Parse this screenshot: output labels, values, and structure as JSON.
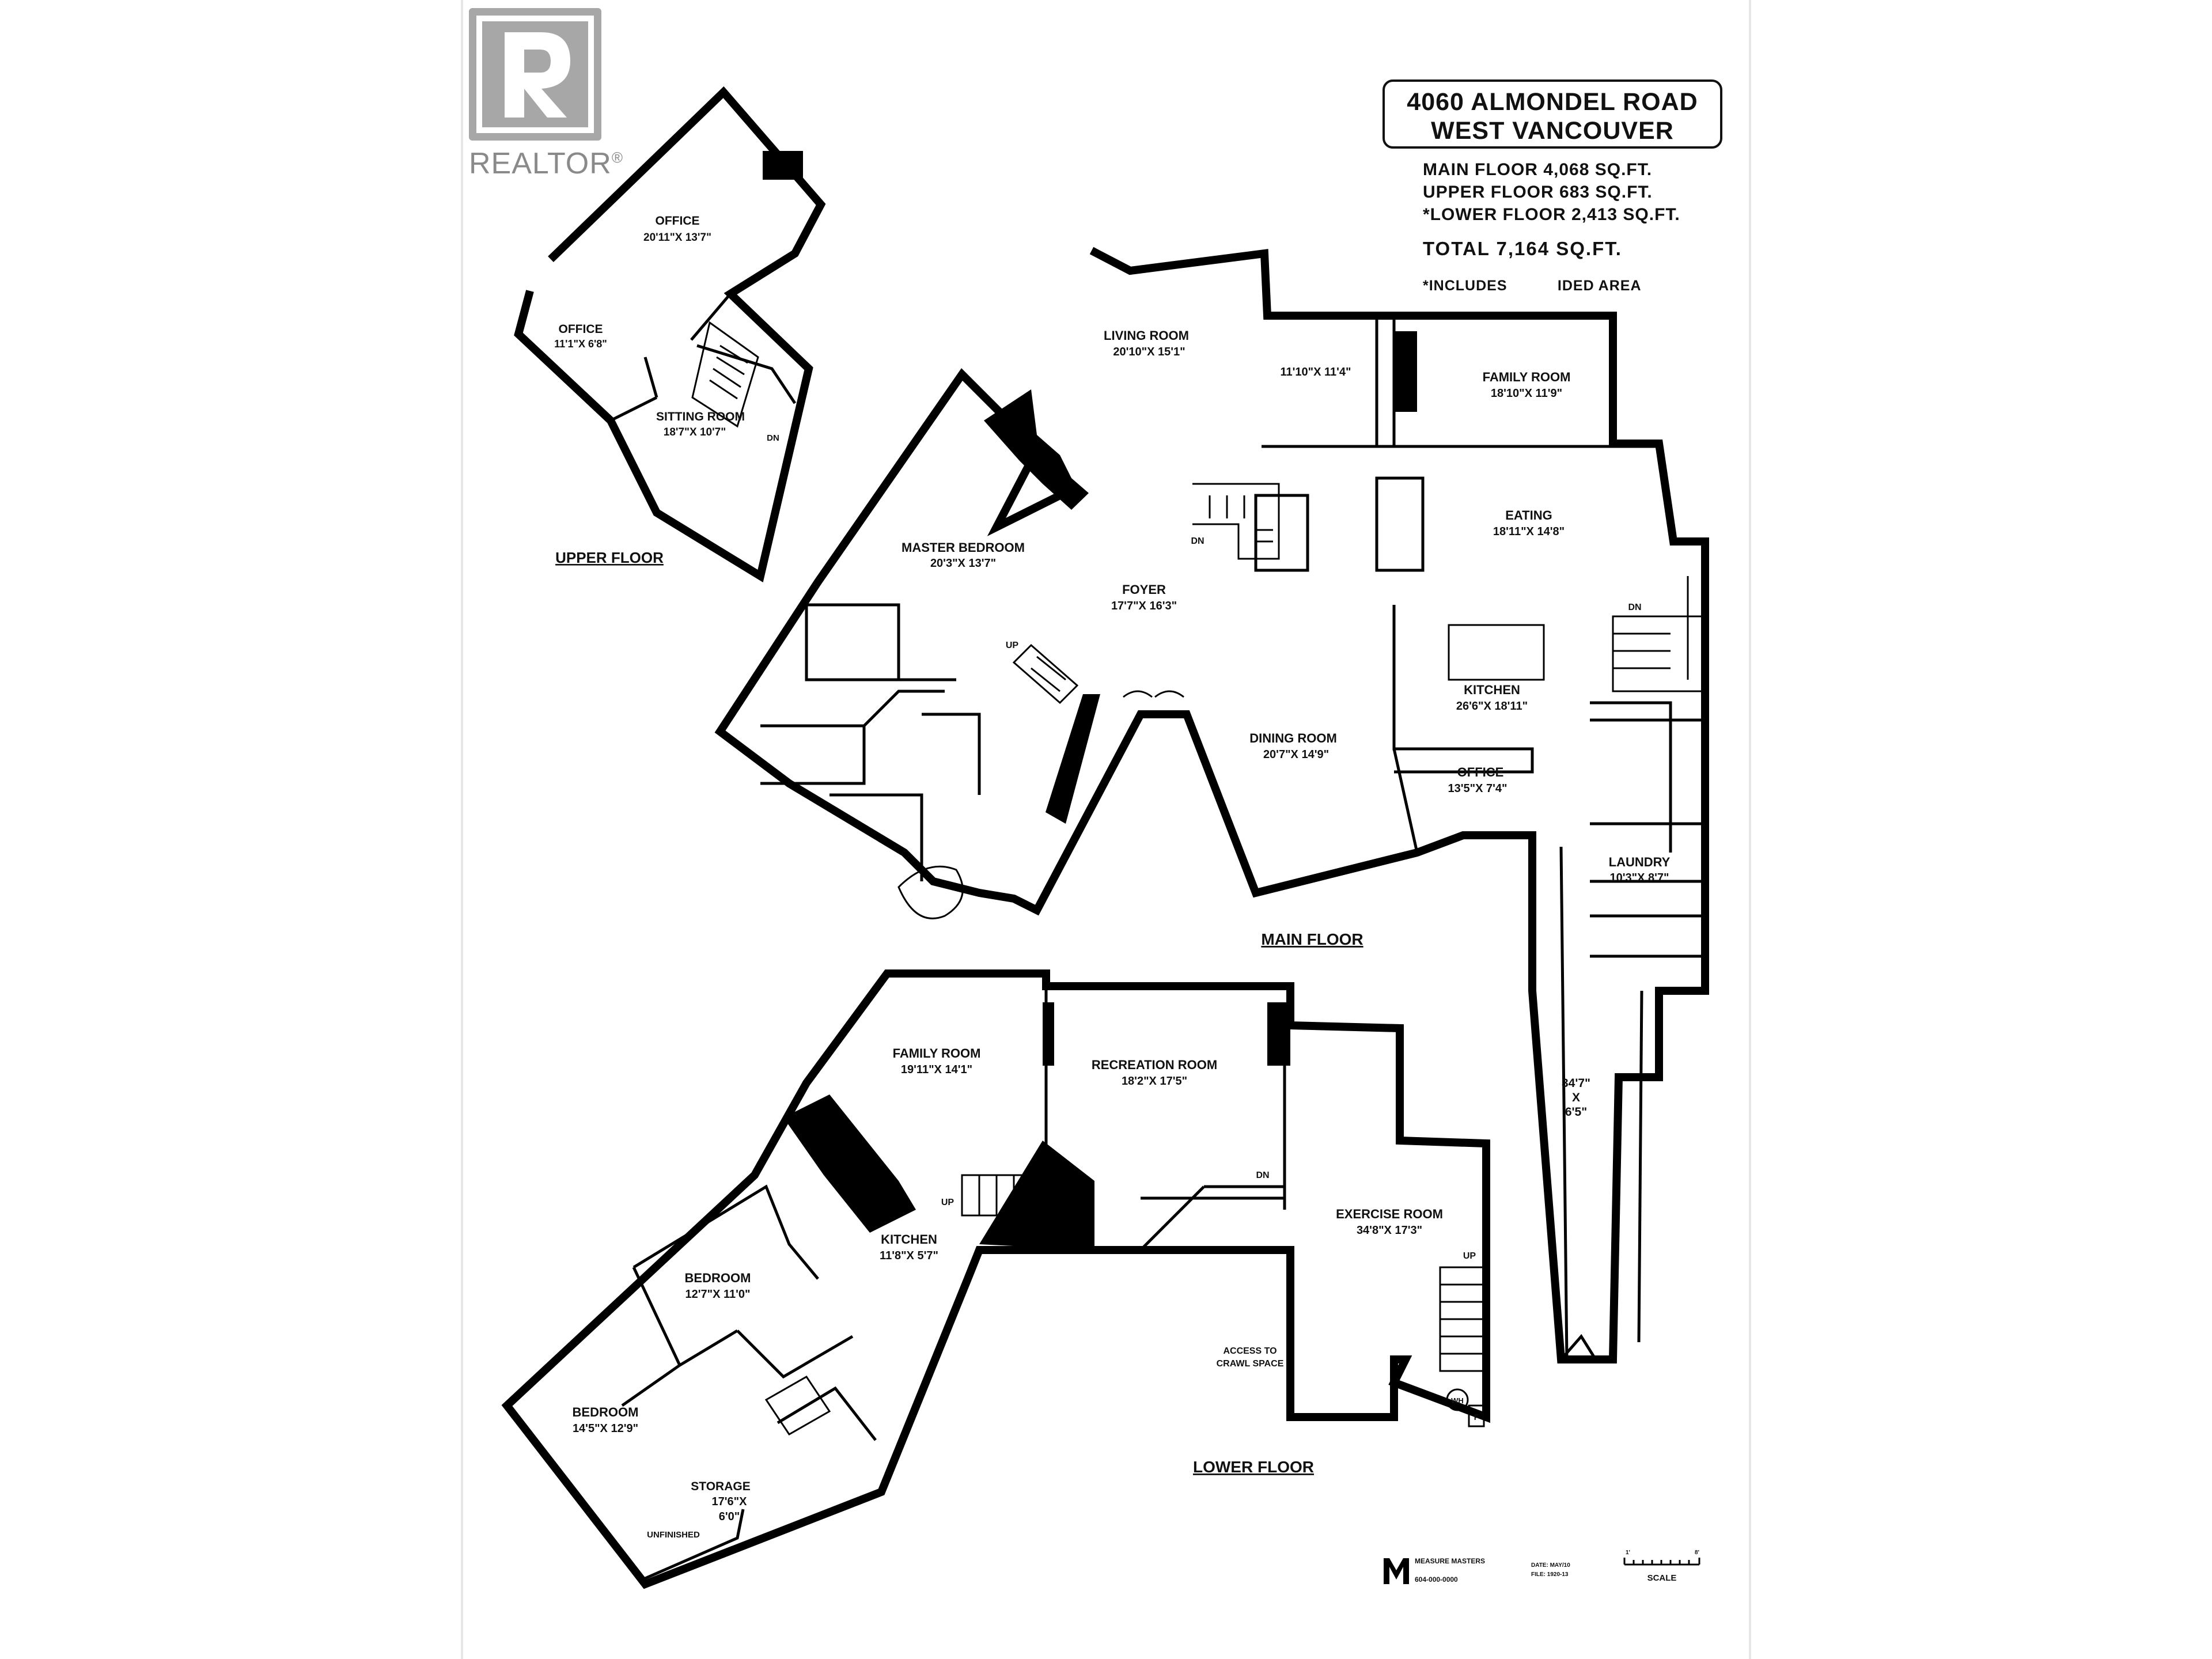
{
  "logo": {
    "name": "REALTOR®",
    "text": "REALTOR",
    "mark": "®"
  },
  "header": {
    "address_line1": "4060 ALMONDEL ROAD",
    "address_line2": "WEST VANCOUVER",
    "main_floor_area": "MAIN FLOOR 4,068 SQ.FT.",
    "upper_floor_area": "UPPER FLOOR 683 SQ.FT.",
    "lower_floor_area": "*LOWER FLOOR 2,413 SQ.FT.",
    "total_area": "TOTAL  7,164  SQ.FT.",
    "note": "*INCLUDES           IDED AREA"
  },
  "floors": {
    "upper": "UPPER FLOOR",
    "main": "MAIN FLOOR",
    "lower": "LOWER FLOOR"
  },
  "upper_rooms": [
    {
      "name": "OFFICE",
      "dims": "20'11\"X 13'7\""
    },
    {
      "name": "OFFICE",
      "dims": "11'1\"X 6'8\""
    },
    {
      "name": "SITTING ROOM",
      "dims": "18'7\"X 10'7\""
    }
  ],
  "main_rooms": [
    {
      "name": "LIVING ROOM",
      "dims": "20'10\"X 15'1\""
    },
    {
      "name": "",
      "dims": "11'10\"X 11'4\""
    },
    {
      "name": "FAMILY ROOM",
      "dims": "18'10\"X 11'9\""
    },
    {
      "name": "MASTER BEDROOM",
      "dims": "20'3\"X 13'7\""
    },
    {
      "name": "EATING",
      "dims": "18'11\"X 14'8\""
    },
    {
      "name": "FOYER",
      "dims": "17'7\"X 16'3\""
    },
    {
      "name": "KITCHEN",
      "dims": "26'6\"X 18'11\""
    },
    {
      "name": "DINING ROOM",
      "dims": "20'7\"X 14'9\""
    },
    {
      "name": "OFFICE",
      "dims": "13'5\"X 7'4\""
    },
    {
      "name": "LAUNDRY",
      "dims": "10'3\"X 8'7\""
    }
  ],
  "lower_rooms": [
    {
      "name": "FAMILY ROOM",
      "dims": "19'11\"X 14'1\""
    },
    {
      "name": "RECREATION ROOM",
      "dims": "18'2\"X 17'5\""
    },
    {
      "name": "KITCHEN",
      "dims": "11'8\"X 5'7\""
    },
    {
      "name": "EXERCISE ROOM",
      "dims": "34'8\"X 17'3\""
    },
    {
      "name": "BEDROOM",
      "dims": "12'7\"X 11'0\""
    },
    {
      "name": "BEDROOM",
      "dims": "14'5\"X 12'9\""
    }
  ],
  "storage": {
    "name": "STORAGE",
    "dims_a": "17'6\"X",
    "dims_b": "6'0\"",
    "note": "UNFINISHED"
  },
  "deck": {
    "a": "34'7\"",
    "x": "X",
    "b": "6'5\""
  },
  "marks": {
    "dn": "DN",
    "up": "UP",
    "wh": "WH",
    "f": "F"
  },
  "crawl": {
    "line1": "ACCESS TO",
    "line2": "CRAWL SPACE"
  },
  "footer": {
    "company": "MEASURE MASTERS",
    "phone": "604-000-0000",
    "date": "DATE: MAY/10",
    "file": "FILE: 1920-13",
    "scale": "SCALE",
    "scale_start": "1'",
    "scale_end": "8'"
  }
}
